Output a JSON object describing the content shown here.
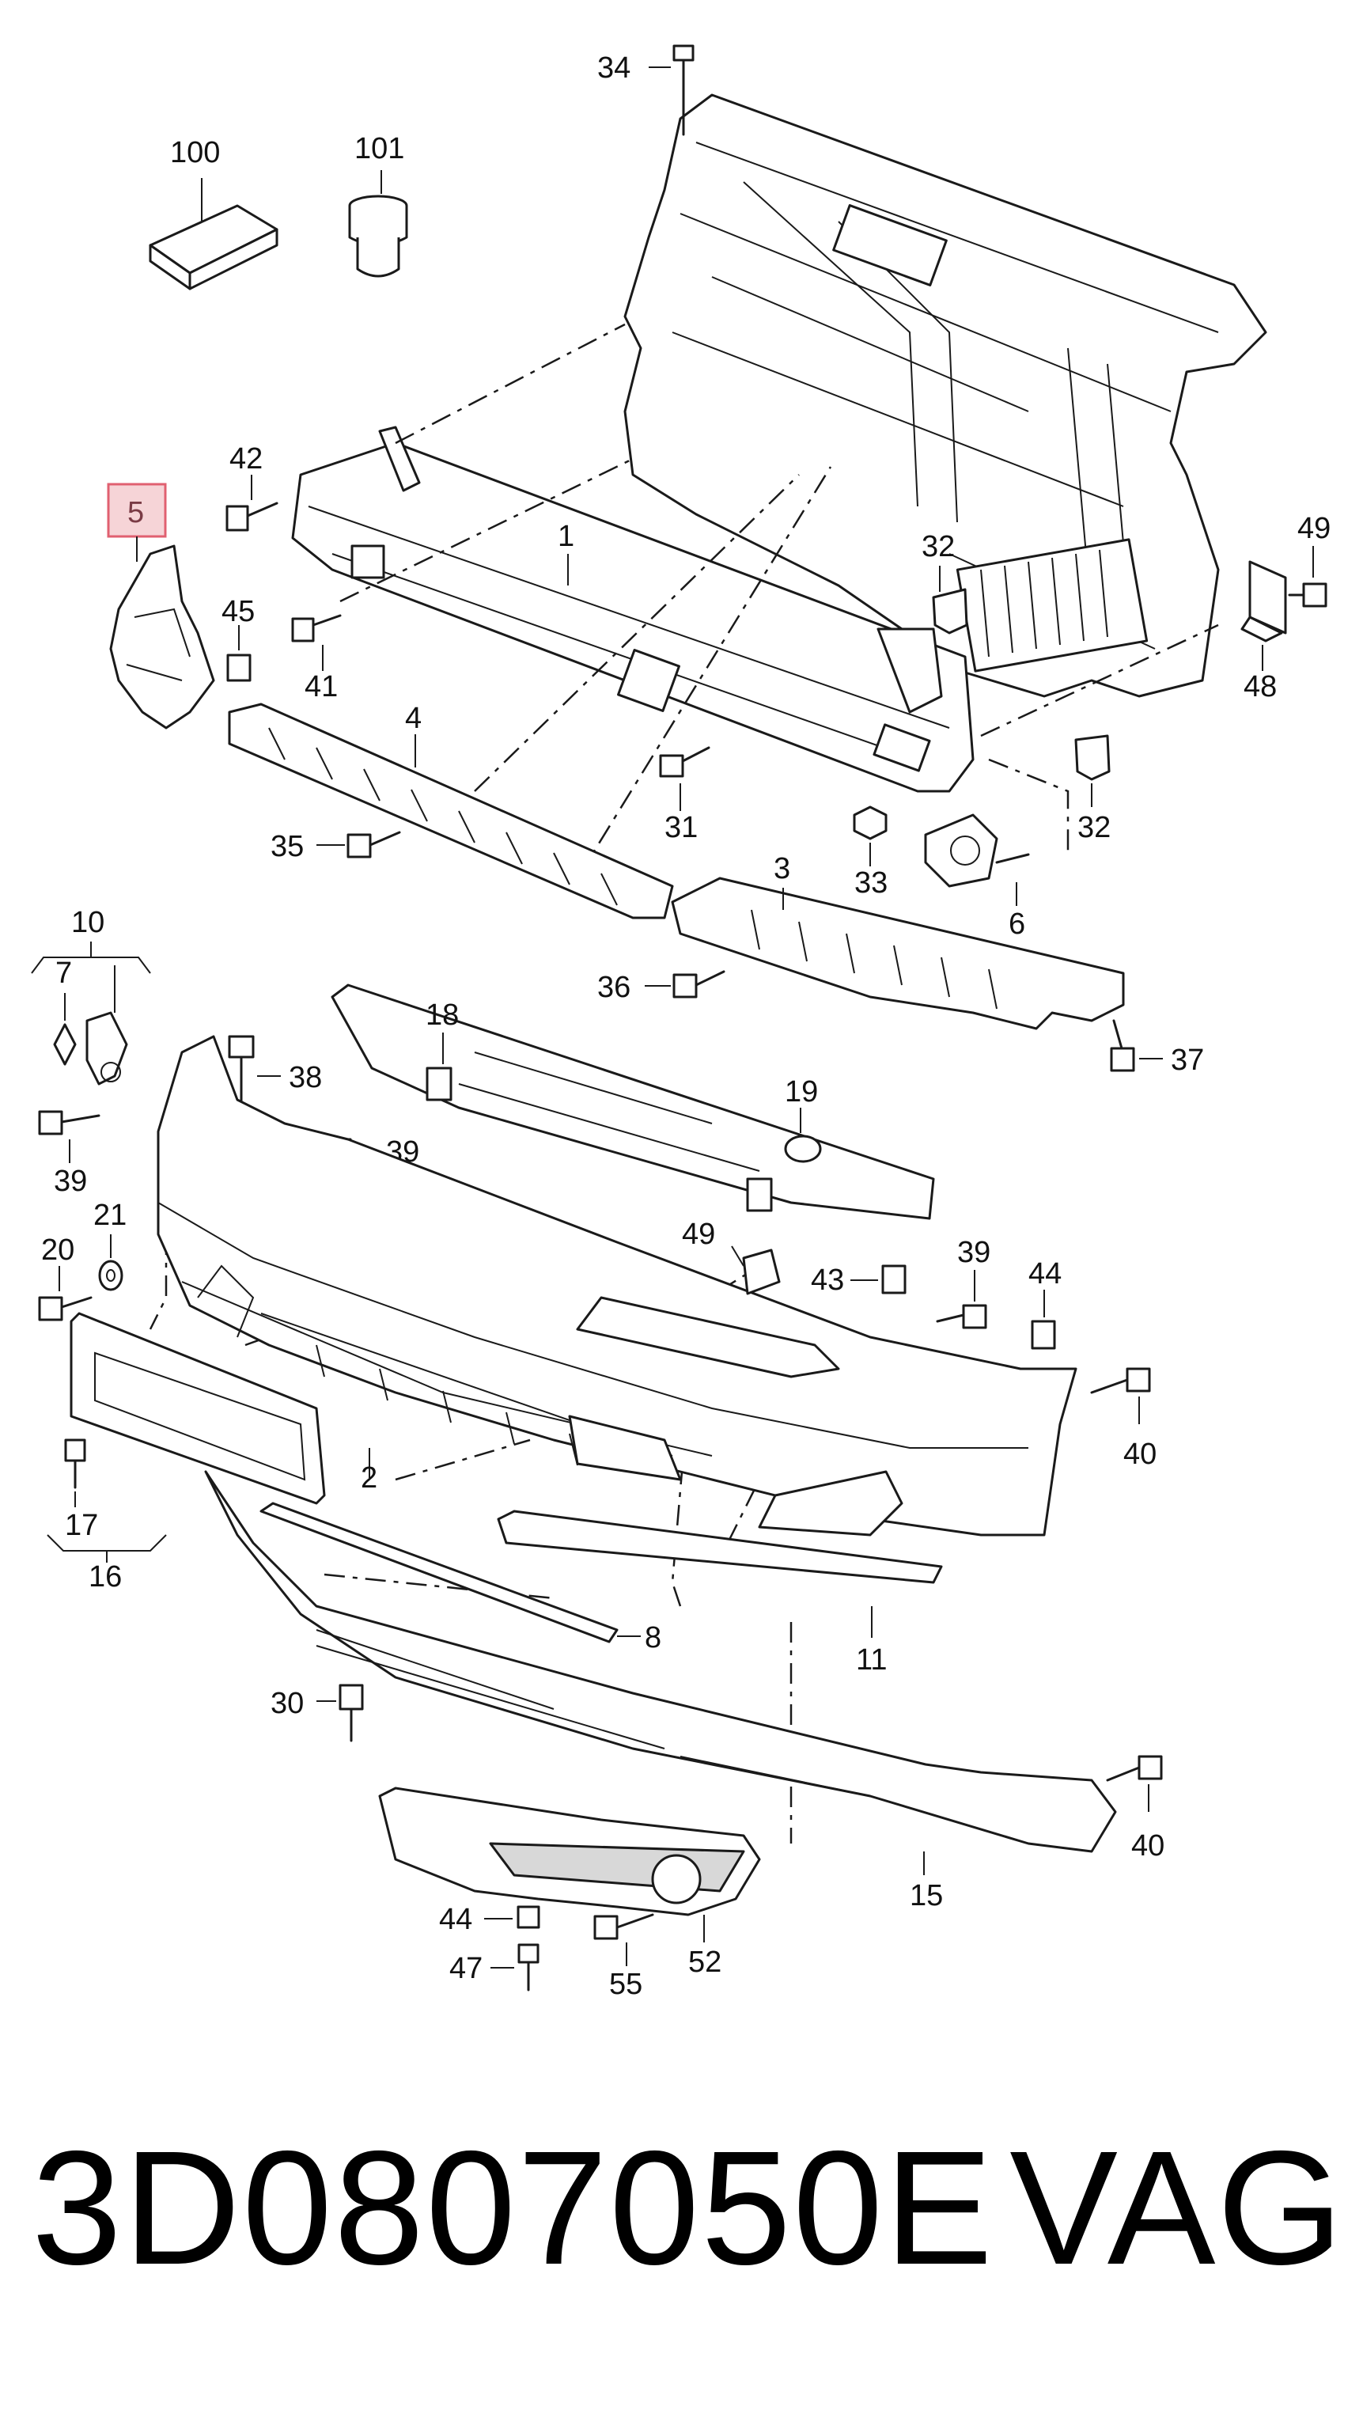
{
  "diagram": {
    "callouts": {
      "c34": "34",
      "c100": "100",
      "c101": "101",
      "c5": "5",
      "c42": "42",
      "c1": "1",
      "c49a": "49",
      "c32a": "32",
      "c45": "45",
      "c41": "41",
      "c48": "48",
      "c4": "4",
      "c31": "31",
      "c32b": "32",
      "c35": "35",
      "c33": "33",
      "c3": "3",
      "c6": "6",
      "c10": "10",
      "c7": "7",
      "c36": "36",
      "c37": "37",
      "c18": "18",
      "c38": "38",
      "c19": "19",
      "c39a": "39",
      "c39b": "39",
      "c20": "20",
      "c21": "21",
      "c49b": "49",
      "c43": "43",
      "c39c": "39",
      "c44a": "44",
      "c40a": "40",
      "c2": "2",
      "c17": "17",
      "c16": "16",
      "c8": "8",
      "c11": "11",
      "c30": "30",
      "c40b": "40",
      "c15": "15",
      "c44b": "44",
      "c52": "52",
      "c47": "47",
      "c55": "55"
    },
    "highlighted_part": "5"
  },
  "caption": {
    "part_number": "3D0807050E",
    "brand": "VAG"
  }
}
